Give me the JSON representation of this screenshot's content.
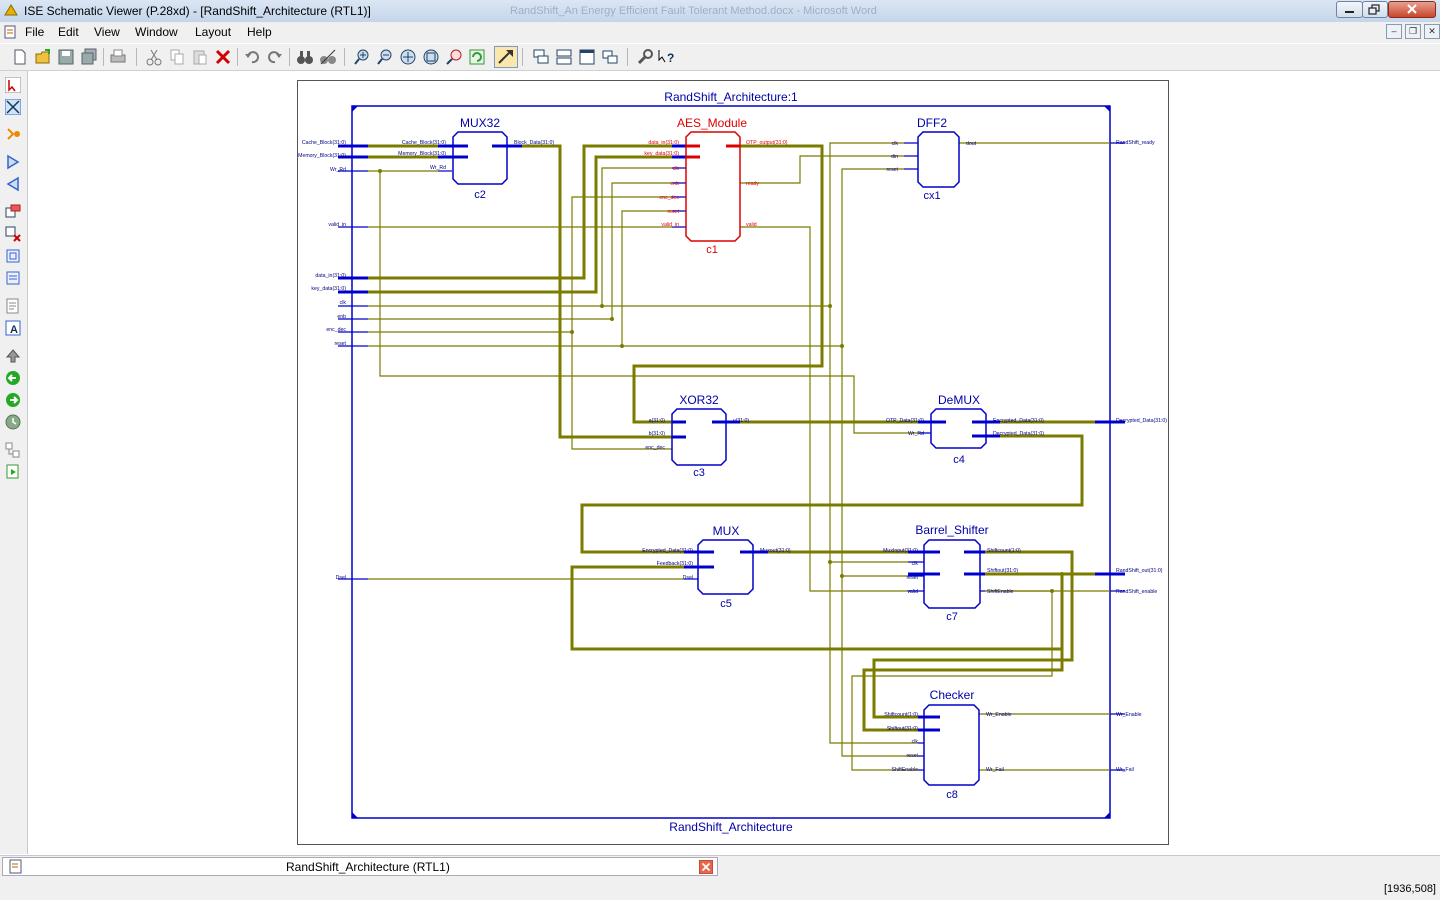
{
  "window": {
    "title": "ISE Schematic Viewer (P.28xd) - [RandShift_Architecture (RTL1)]",
    "background_title": "RandShift_An Energy Efficient Fault Tolerant Method.docx - Microsoft Word"
  },
  "menu": {
    "file": "File",
    "edit": "Edit",
    "view": "View",
    "window": "Window",
    "layout": "Layout",
    "help": "Help"
  },
  "colors": {
    "wire": "#7b7b00",
    "symbol": "#0000cc",
    "selected": "#dd0000",
    "label": "#0000aa"
  },
  "schematic": {
    "top_title": "RandShift_Architecture:1",
    "bottom_title": "RandShift_Architecture",
    "top_inputs": [
      "Cache_Block(31:0)",
      "Memory_Block(31:0)",
      "Wr_Rd",
      "valid_in",
      "data_in(31:0)",
      "key_data(31:0)",
      "clk",
      "enb",
      "enc_dec",
      "reset",
      "Dsel"
    ],
    "top_outputs": [
      "RandShift_ready",
      "Decrypted_Data(31:0)",
      "RandShift_out(31:0)",
      "RandShift_enable",
      "Wr_Enable",
      "Wr_Fail"
    ],
    "blocks": {
      "mux32": {
        "type": "MUX32",
        "inst": "c2",
        "in": [
          "Cache_Block(31:0)",
          "Memory_Block(31:0)",
          "Wr_Rd"
        ],
        "out": [
          "Block_Data(31:0)"
        ]
      },
      "aes": {
        "type": "AES_Module",
        "inst": "c1",
        "in": [
          "data_in(31:0)",
          "key_data(31:0)",
          "clk",
          "enb",
          "enc_dec",
          "reset",
          "valid_in"
        ],
        "out": [
          "OTP_output(31:0)",
          "ready",
          "valid"
        ]
      },
      "dff2": {
        "type": "DFF2",
        "inst": "cx1",
        "in": [
          "clk",
          "din",
          "reset"
        ],
        "out": [
          "dout"
        ]
      },
      "xor32": {
        "type": "XOR32",
        "inst": "c3",
        "in": [
          "a(31:0)",
          "b(31:0)",
          "enc_dec"
        ],
        "out": [
          "y(31:0)"
        ]
      },
      "demux": {
        "type": "DeMUX",
        "inst": "c4",
        "in": [
          "OTP_Data(31:0)",
          "Wr_Rd"
        ],
        "out": [
          "Encrypted_Data(31:0)",
          "Decrypted_Data(31:0)"
        ]
      },
      "mux": {
        "type": "MUX",
        "inst": "c5",
        "in": [
          "Encrypted_Data(31:0)",
          "Feedback(31:0)",
          "Dsel"
        ],
        "out": [
          "Muxout(31:0)"
        ]
      },
      "barrel": {
        "type": "Barrel_Shifter",
        "inst": "c7",
        "in": [
          "MuxInput(31:0)",
          "clk",
          "reset",
          "valid"
        ],
        "out": [
          "Shiftcount(1:0)",
          "Shiftout(31:0)",
          "ShiftEnable"
        ]
      },
      "checker": {
        "type": "Checker",
        "inst": "c8",
        "in": [
          "Shiftcount(1:0)",
          "Shiftout(31:0)",
          "clk",
          "reset",
          "ShiftEnable"
        ],
        "out": [
          "Wr_Enable",
          "Wr_Fail"
        ]
      }
    }
  },
  "tab": {
    "label": "RandShift_Architecture (RTL1)"
  },
  "status": {
    "coords": "[1936,508]"
  }
}
